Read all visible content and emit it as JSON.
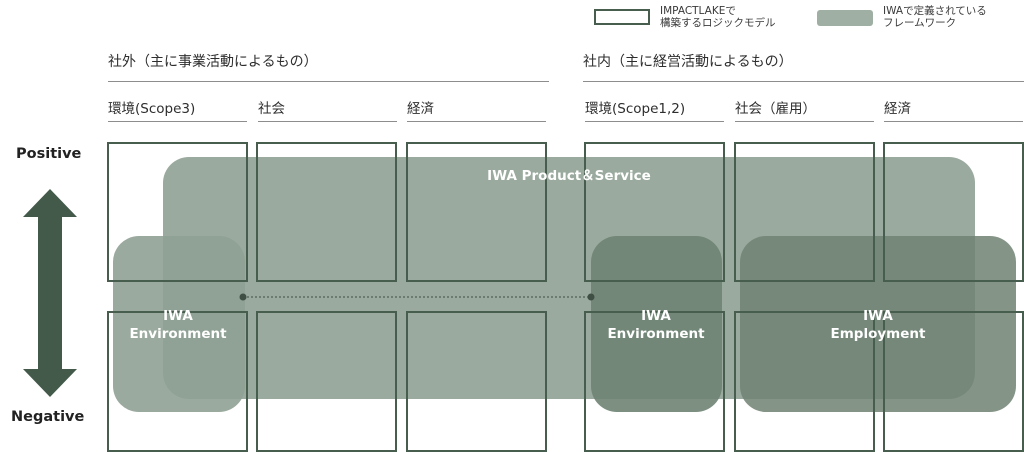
{
  "legend": {
    "outline_text": [
      "IMPACTLAKEで",
      "構築するロジックモデル"
    ],
    "fill_text": [
      "IWAで定義されている",
      "フレームワーク"
    ]
  },
  "groups": {
    "external": {
      "title": "社外（主に事業活動によるもの）",
      "columns": [
        "環境(Scope3)",
        "社会",
        "経済"
      ]
    },
    "internal": {
      "title": "社内（主に経営活動によるもの）",
      "columns": [
        "環境(Scope1,2)",
        "社会（雇用）",
        "経済"
      ]
    }
  },
  "axis": {
    "positive": "Positive",
    "negative": "Negative"
  },
  "overlays": {
    "product_service": "IWA Product＆Service",
    "environment_external": [
      "IWA",
      "Environment"
    ],
    "environment_internal": [
      "IWA",
      "Environment"
    ],
    "employment": [
      "IWA",
      "Employment"
    ]
  },
  "colors": {
    "outline": "#475d4d",
    "fill_light": "#9fafa3",
    "fill_dark": "#7c8f80",
    "arrow": "#435a4a"
  }
}
